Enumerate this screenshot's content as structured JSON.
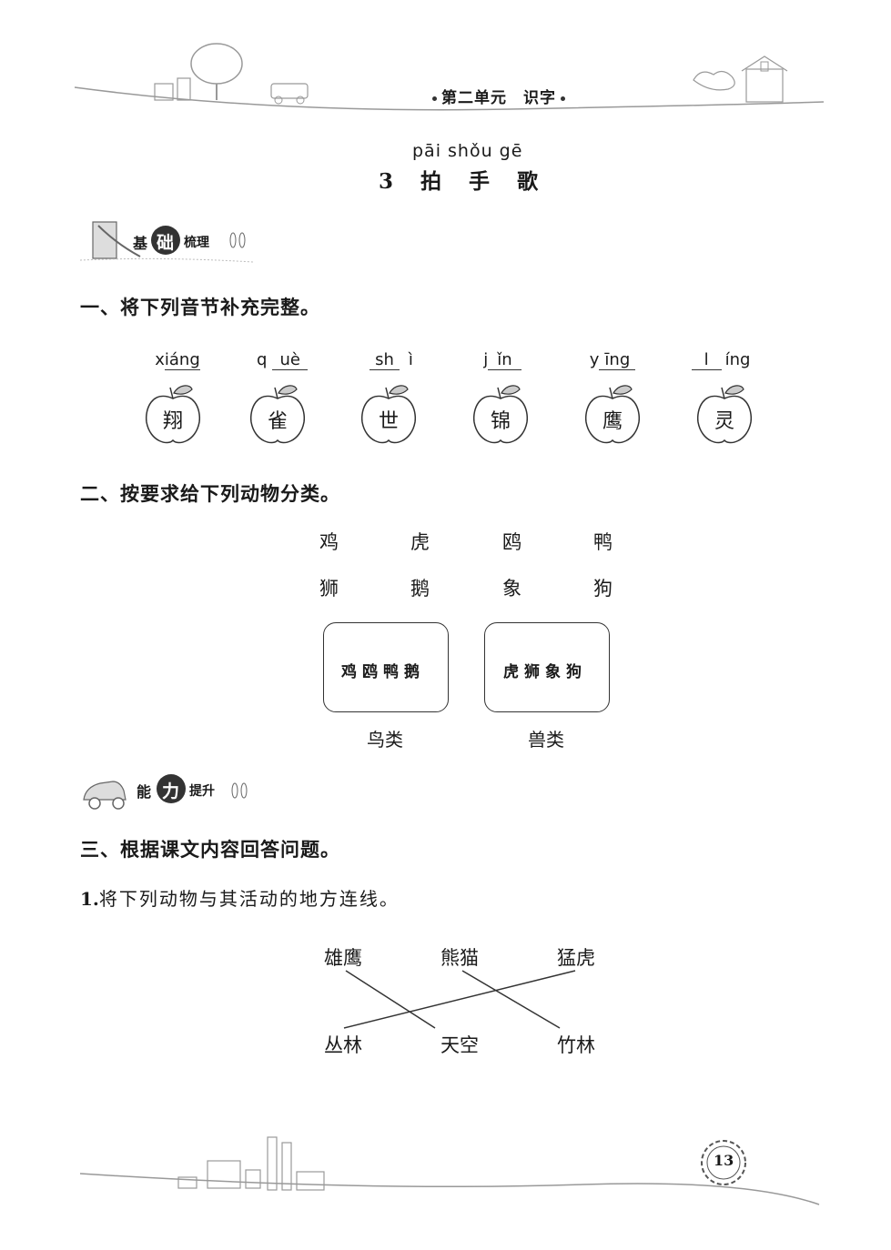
{
  "header": {
    "unit_title": "第二单元　识字"
  },
  "lesson": {
    "pinyin": "pāi shǒu gē",
    "number": "3",
    "title_chars": [
      "拍",
      "手",
      "歌"
    ]
  },
  "badges": {
    "basic": {
      "part1": "基",
      "part2": "础",
      "part3": "梳理"
    },
    "ability": {
      "part1": "能",
      "part2": "力",
      "part3": "提升"
    }
  },
  "section1": {
    "heading": "一、将下列音节补充完整。",
    "items": [
      {
        "left": "x",
        "right": "iáng",
        "char": "翔"
      },
      {
        "left": "q",
        "right": "uè",
        "char": "雀"
      },
      {
        "left": "sh",
        "right": "ì",
        "char": "世"
      },
      {
        "left": "j",
        "right": "ǐn",
        "char": "锦"
      },
      {
        "left": "y",
        "right": "īng",
        "char": "鹰"
      },
      {
        "left": "l",
        "right": "íng",
        "char": "灵"
      }
    ]
  },
  "section2": {
    "heading": "二、按要求给下列动物分类。",
    "animals_row1": [
      "鸡",
      "虎",
      "鸥",
      "鸭"
    ],
    "animals_row2": [
      "狮",
      "鹅",
      "象",
      "狗"
    ],
    "box_birds": "鸡鸥鸭鹅",
    "box_beasts": "虎狮象狗",
    "label_birds": "鸟类",
    "label_beasts": "兽类"
  },
  "section3": {
    "heading": "三、根据课文内容回答问题。",
    "q1_number": "1.",
    "q1_text": "将下列动物与其活动的地方连线。",
    "animals": [
      "雄鹰",
      "熊猫",
      "猛虎"
    ],
    "places": [
      "丛林",
      "天空",
      "竹林"
    ]
  },
  "footer": {
    "page_number": "13"
  }
}
